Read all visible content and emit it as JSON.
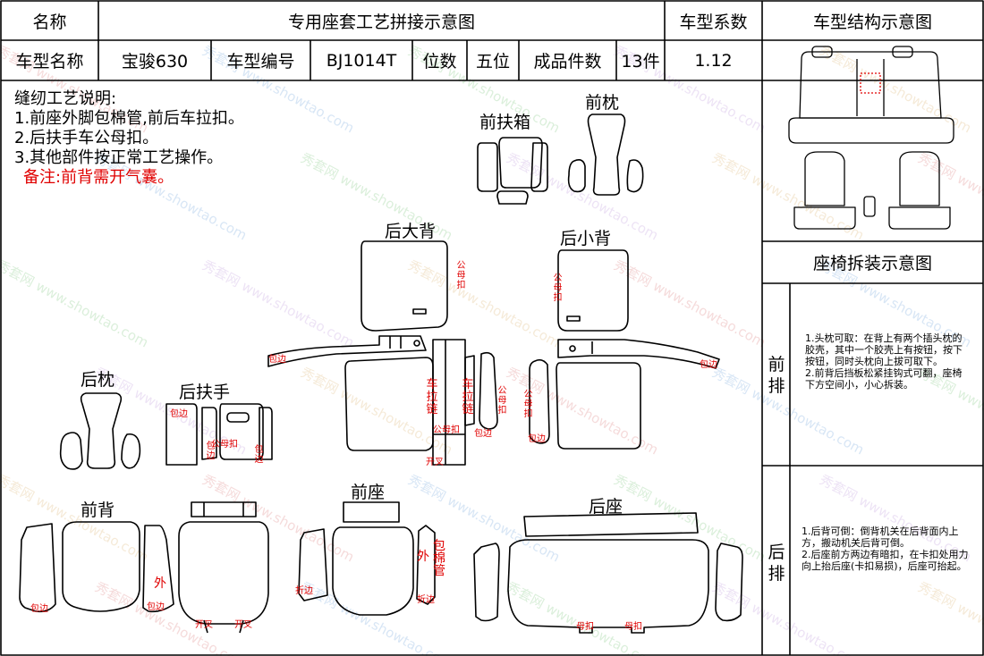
{
  "header": {
    "name_label": "名称",
    "title": "专用座套工艺拼接示意图",
    "coef_label": "车型系数",
    "structure_label": "车型结构示意图",
    "model_name_label": "车型名称",
    "model_name": "宝骏630",
    "model_no_label": "车型编号",
    "model_no": "BJ1014T",
    "seats_label": "位数",
    "seats": "五位",
    "pieces_label": "成品件数",
    "pieces": "13件",
    "coef_value": "1.12"
  },
  "notes": {
    "heading": "缝纫工艺说明:",
    "items": [
      "1.前座外脚包棉管,前后车拉扣。",
      "2.后扶手车公母扣。",
      "3.其他部件按正常工艺操作。"
    ],
    "remark": "备注:前背需开气囊。"
  },
  "parts": {
    "front_armrest_box": "前扶箱",
    "front_headrest": "前枕",
    "rear_big_back": "后大背",
    "rear_small_back": "后小背",
    "rear_headrest": "后枕",
    "rear_armrest": "后扶手",
    "front_back": "前背",
    "front_seat": "前座",
    "rear_seat": "后座"
  },
  "marks": {
    "snap_male_female": "公母扣",
    "wrap_edge": "包边",
    "zipper": "车拉链",
    "snap_pair": "公母扣",
    "slit": "开叉",
    "outer": "外",
    "wrap_cotton_tube": "包棉管",
    "fold_edge": "折边",
    "female_clip": "母扣"
  },
  "side": {
    "disassembly_title": "座椅拆装示意图",
    "front_row_label": "前排",
    "front_row_text": "1.头枕可取：在背上有两个插头枕的胶壳，其中一个胶壳上有按钮，按下按钮，同时头枕向上拔可取下。\n2.前背后挡板松紧挂钩式可翻，座椅下方空间小，小心拆装。",
    "rear_row_label": "后排",
    "rear_row_text": "1.后背可倒：倒背机关在后背面内上方，搬动机关后背可倒。\n2.后座前方两边有暗扣，在卡扣处用力向上抬后座(卡扣易损)，后座可抬起。"
  },
  "watermark": {
    "brand": "秀套网",
    "url": "www.showtao.com"
  }
}
